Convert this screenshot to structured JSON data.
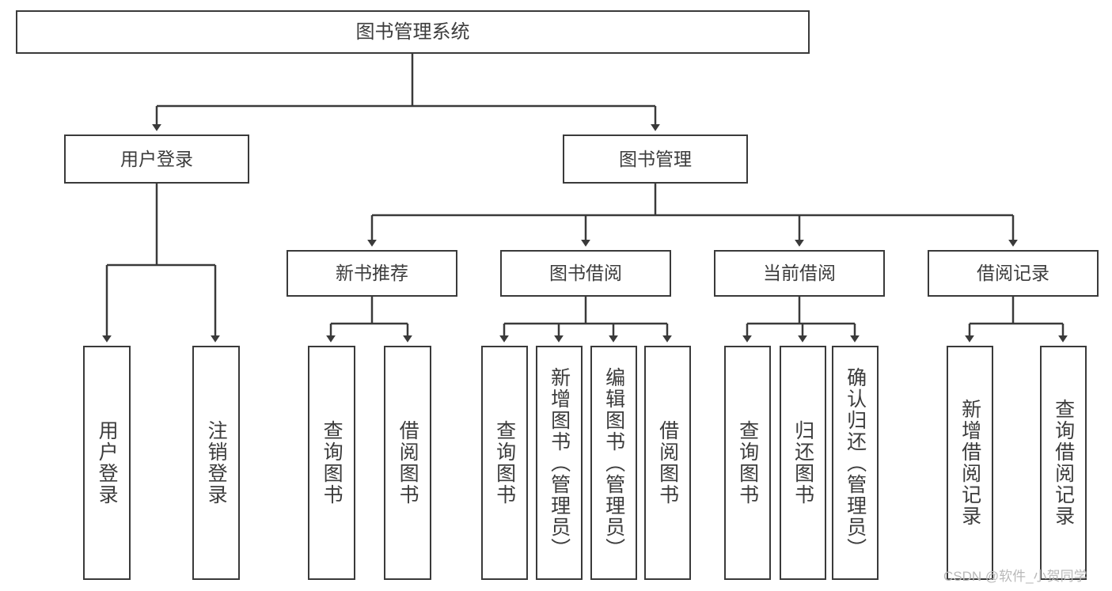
{
  "diagram": {
    "title": "图书管理系统",
    "type": "hierarchy-tree",
    "root": {
      "label": "图书管理系统"
    },
    "level2": [
      {
        "label": "用户登录"
      },
      {
        "label": "图书管理"
      }
    ],
    "level3": [
      {
        "label": "新书推荐"
      },
      {
        "label": "图书借阅"
      },
      {
        "label": "当前借阅"
      },
      {
        "label": "借阅记录"
      }
    ],
    "leaves": {
      "user_login": [
        {
          "label": "用户登录"
        },
        {
          "label": "注销登录"
        }
      ],
      "new_book_recommend": [
        {
          "label": "查询图书"
        },
        {
          "label": "借阅图书"
        }
      ],
      "book_borrow": [
        {
          "label": "查询图书"
        },
        {
          "label": "新增图书（管理员）"
        },
        {
          "label": "编辑图书（管理员）"
        },
        {
          "label": "借阅图书"
        }
      ],
      "current_borrow": [
        {
          "label": "查询图书"
        },
        {
          "label": "归还图书"
        },
        {
          "label": "确认归还（管理员）"
        }
      ],
      "borrow_record": [
        {
          "label": "新增借阅记录"
        },
        {
          "label": "查询借阅记录"
        }
      ]
    }
  },
  "watermark": {
    "text": "CSDN @软件_小贺同学"
  },
  "colors": {
    "border": "#3a3a3a",
    "text": "#3c3c3c",
    "background": "#ffffff",
    "watermark": "#b9b9b9"
  }
}
